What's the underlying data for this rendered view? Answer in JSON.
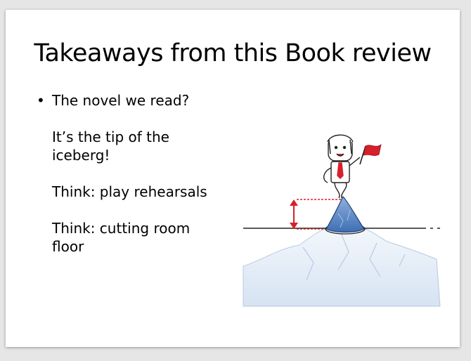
{
  "slide": {
    "title": "Takeaways from this Book review",
    "bullet_symbol": "•",
    "paragraphs": [
      {
        "lines": [
          "The novel we read?"
        ]
      },
      {
        "lines": [
          "It’s the tip of the",
          "iceberg!"
        ]
      },
      {
        "lines": [
          "Think: play rehearsals"
        ]
      },
      {
        "lines": [
          "Think: cutting room",
          "floor"
        ]
      }
    ]
  },
  "illustration": {
    "icon": "iceberg-with-person-icon",
    "colors": {
      "flag": "#d8202a",
      "tie": "#d8202a",
      "arrow": "#d8202a",
      "ice_top": "#4f7fbf",
      "ice_bottom": "#dfe9f5"
    }
  }
}
